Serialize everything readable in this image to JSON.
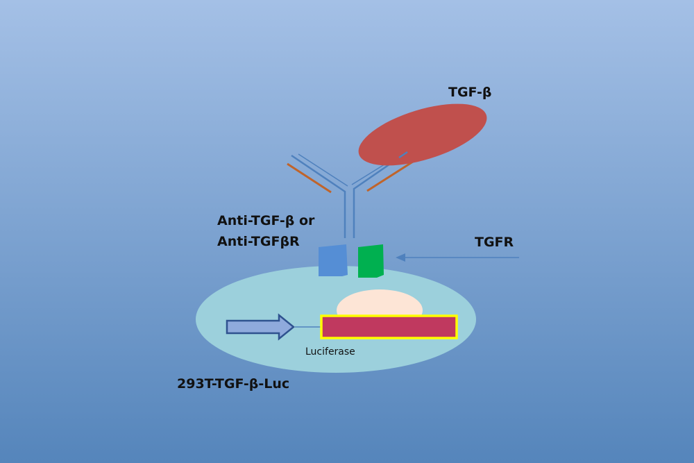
{
  "labels": {
    "tgf_beta": "TGF-β",
    "antibody_line1": "Anti-TGF-β or",
    "antibody_line2": "Anti-TGFβR",
    "tgfr": "TGFR",
    "luciferase": "Luciferase",
    "cell_line": "293T-TGF-β-Luc"
  },
  "colors": {
    "background_top": "#a4c0e6",
    "background_bottom": "#5585bb",
    "tgf_beta_ellipse": "#c0504d",
    "antibody_heavy_chain": "#4f81bd",
    "antibody_light_chain": "#c0642a",
    "receptor_blue": "#558ed5",
    "receptor_green": "#00b050",
    "cell_body": "#9cd0dc",
    "nucleus": "#fde5d6",
    "luciferase_gene": "#c0395f",
    "luciferase_border": "#ffff00",
    "promoter_arrow_fill": "#8faadc",
    "promoter_arrow_stroke": "#2f528f"
  }
}
